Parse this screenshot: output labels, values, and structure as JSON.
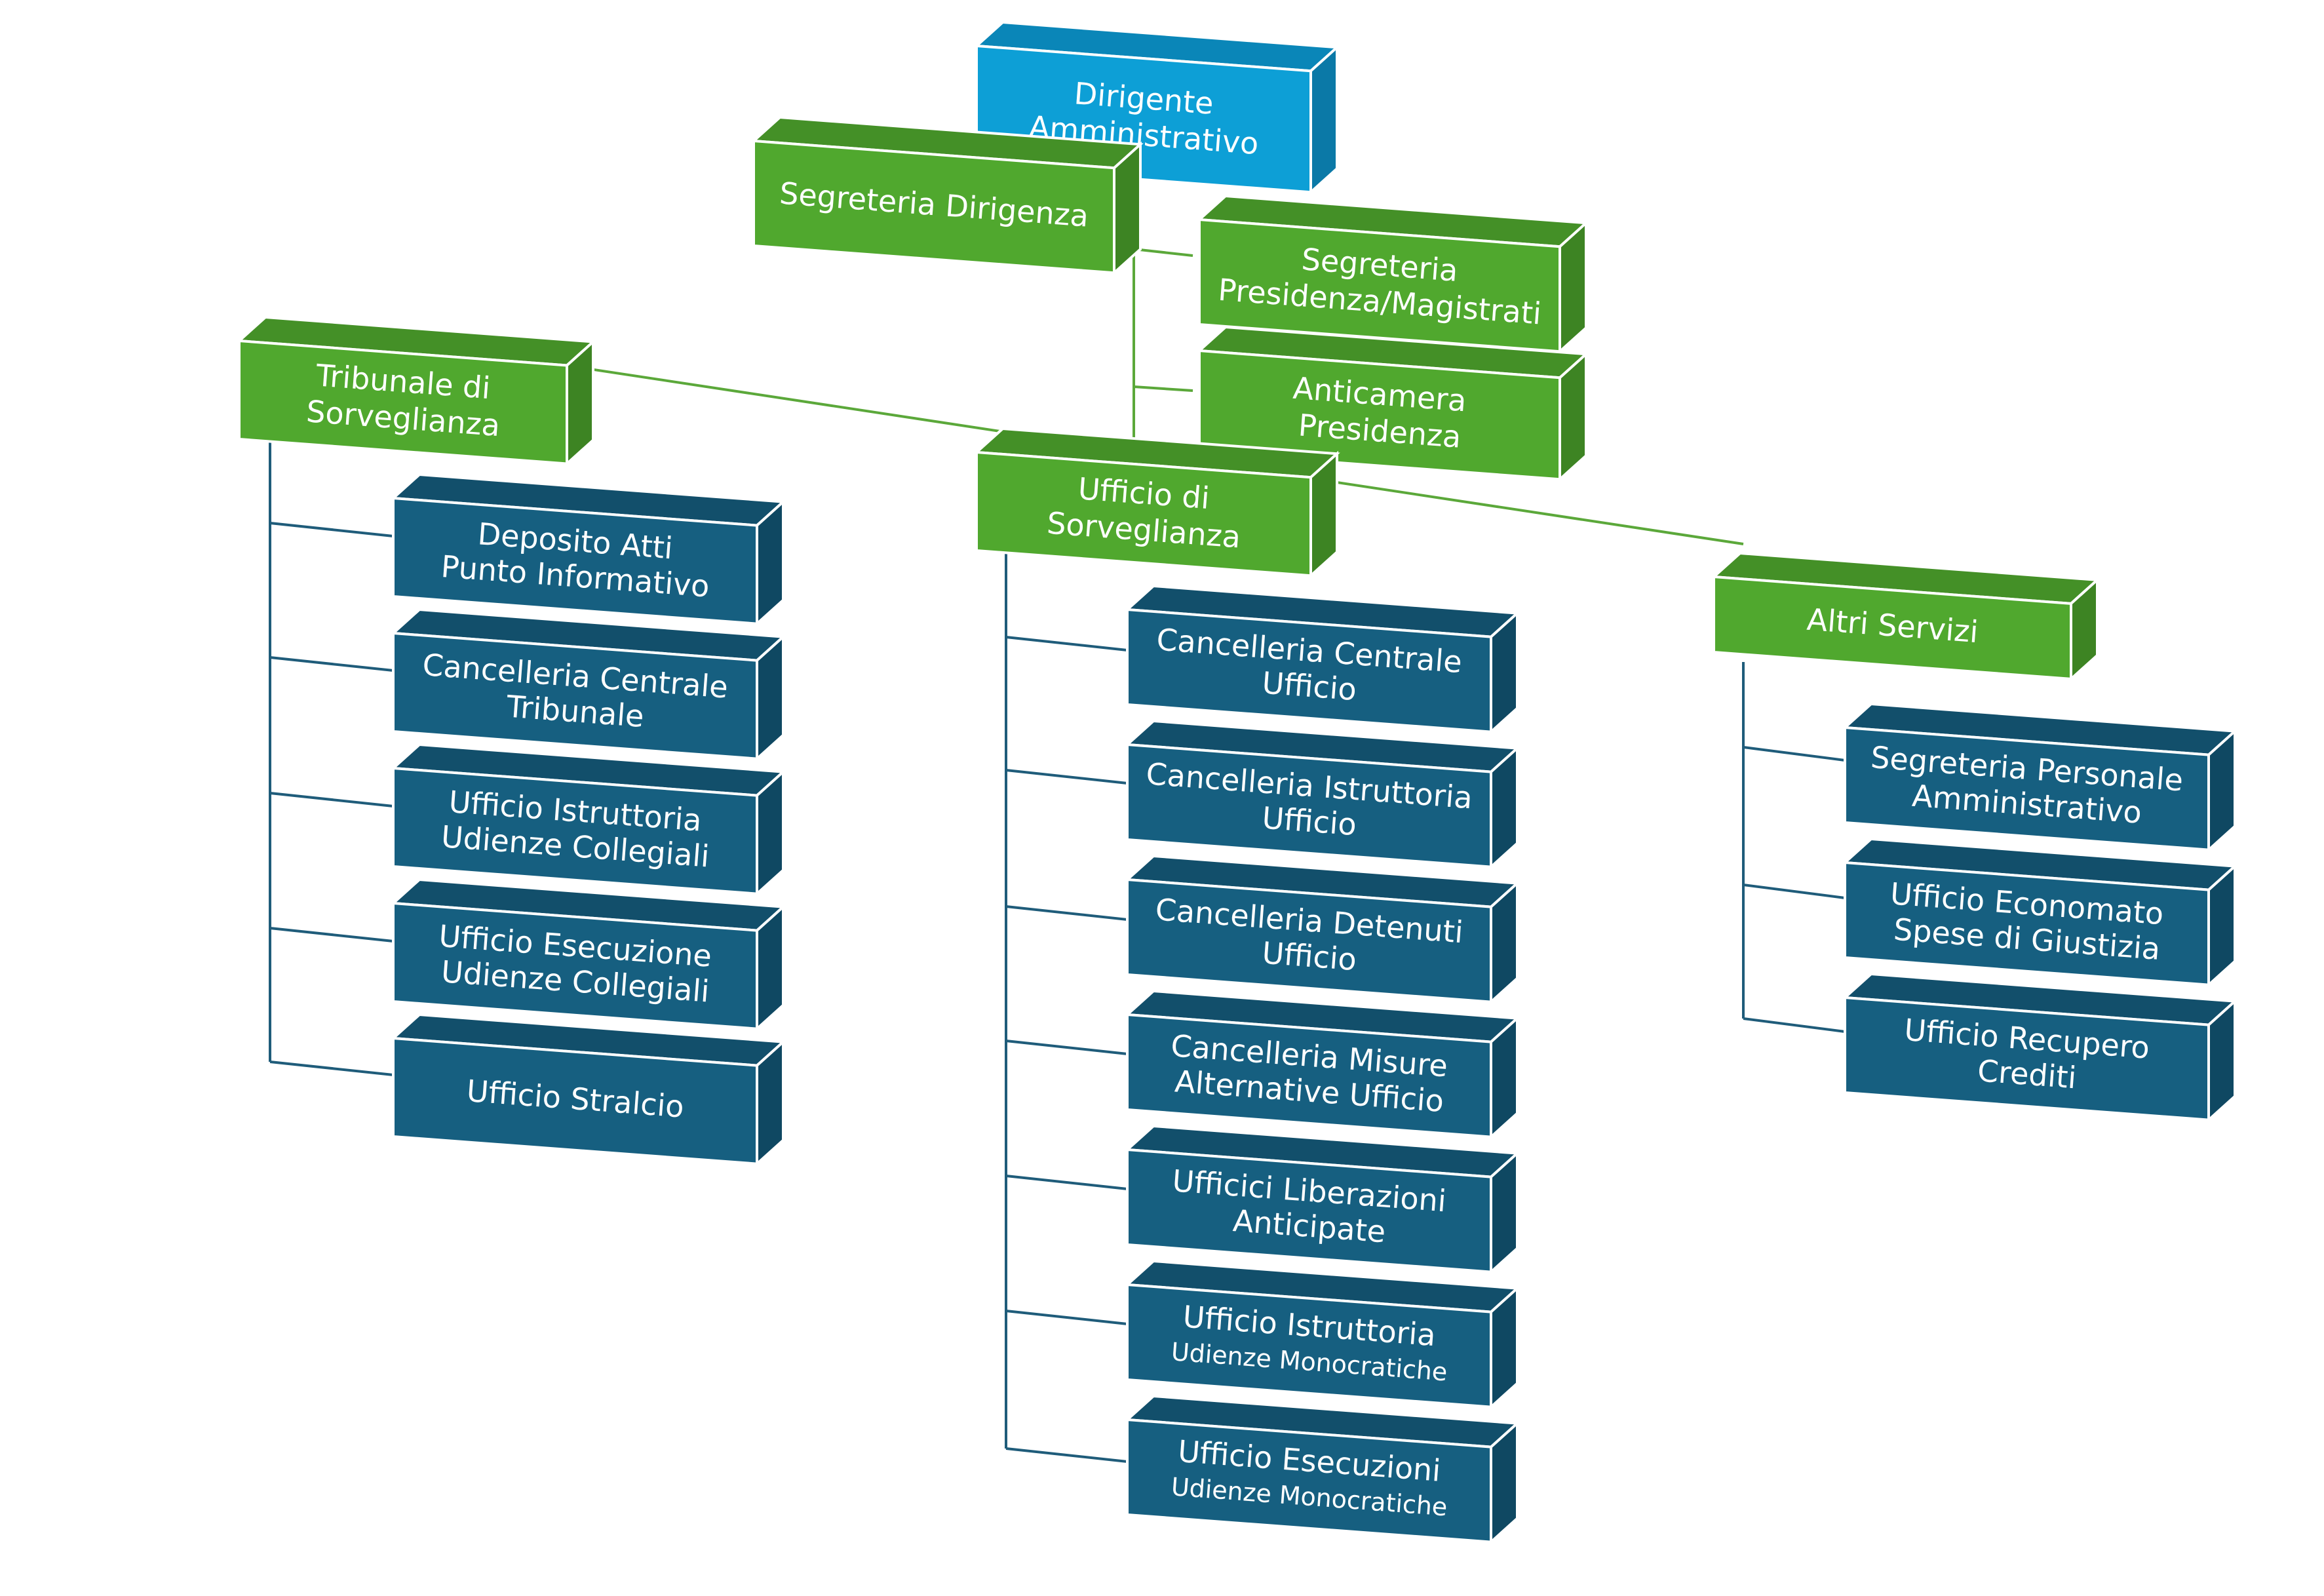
{
  "colors": {
    "top_front": "#0d9fd6",
    "top_top": "#0a86b8",
    "top_side": "#0b79a7",
    "green_front": "#50a82e",
    "green_top": "#449027",
    "green_side": "#3d8423",
    "blue_front": "#165f80",
    "blue_top": "#124f6b",
    "blue_side": "#0f4862",
    "connector_green": "#5ba83a",
    "connector_blue": "#1f5c7a"
  },
  "orgchart": {
    "root": {
      "lines": [
        "Dirigente",
        "Amministrativo"
      ]
    },
    "staff": [
      {
        "id": "segreteria-dirigenza",
        "lines": [
          "Segreteria Dirigenza"
        ]
      },
      {
        "id": "segreteria-presidenza",
        "lines": [
          "Segreteria",
          "Presidenza/Magistrati"
        ]
      },
      {
        "id": "anticamera-presidenza",
        "lines": [
          "Anticamera",
          "Presidenza"
        ]
      }
    ],
    "departments": [
      {
        "id": "tribunale",
        "lines": [
          "Tribunale di",
          "Sorveglianza"
        ],
        "children": [
          {
            "lines": [
              "Deposito Atti",
              "Punto Informativo"
            ]
          },
          {
            "lines": [
              "Cancelleria Centrale",
              "Tribunale"
            ]
          },
          {
            "lines": [
              "Ufficio  Istruttoria",
              "Udienze Collegiali"
            ]
          },
          {
            "lines": [
              "Ufficio Esecuzione",
              "Udienze Collegiali"
            ]
          },
          {
            "lines": [
              "Ufficio Stralcio"
            ]
          }
        ]
      },
      {
        "id": "ufficio",
        "lines": [
          "Ufficio di",
          "Sorveglianza"
        ],
        "children": [
          {
            "lines": [
              "Cancelleria Centrale",
              "Ufficio"
            ]
          },
          {
            "lines": [
              "Cancelleria Istruttoria",
              "Ufficio"
            ]
          },
          {
            "lines": [
              "Cancelleria Detenuti",
              "Ufficio"
            ]
          },
          {
            "lines": [
              "Cancelleria Misure",
              "Alternative Ufficio"
            ]
          },
          {
            "lines": [
              "Ufficici Liberazioni",
              "Anticipate"
            ]
          },
          {
            "lines": [
              "Ufficio Istruttoria",
              "Udienze Monocratiche"
            ],
            "small_second": true
          },
          {
            "lines": [
              "Ufficio Esecuzioni",
              "Udienze Monocratiche"
            ],
            "small_second": true
          }
        ]
      },
      {
        "id": "altri",
        "lines": [
          "Altri Servizi"
        ],
        "children": [
          {
            "lines": [
              "Segreteria Personale",
              "Amministrativo"
            ]
          },
          {
            "lines": [
              "Ufficio Economato",
              "Spese di Giustizia"
            ]
          },
          {
            "lines": [
              "Ufficio Recupero",
              "Crediti"
            ]
          }
        ]
      }
    ]
  }
}
